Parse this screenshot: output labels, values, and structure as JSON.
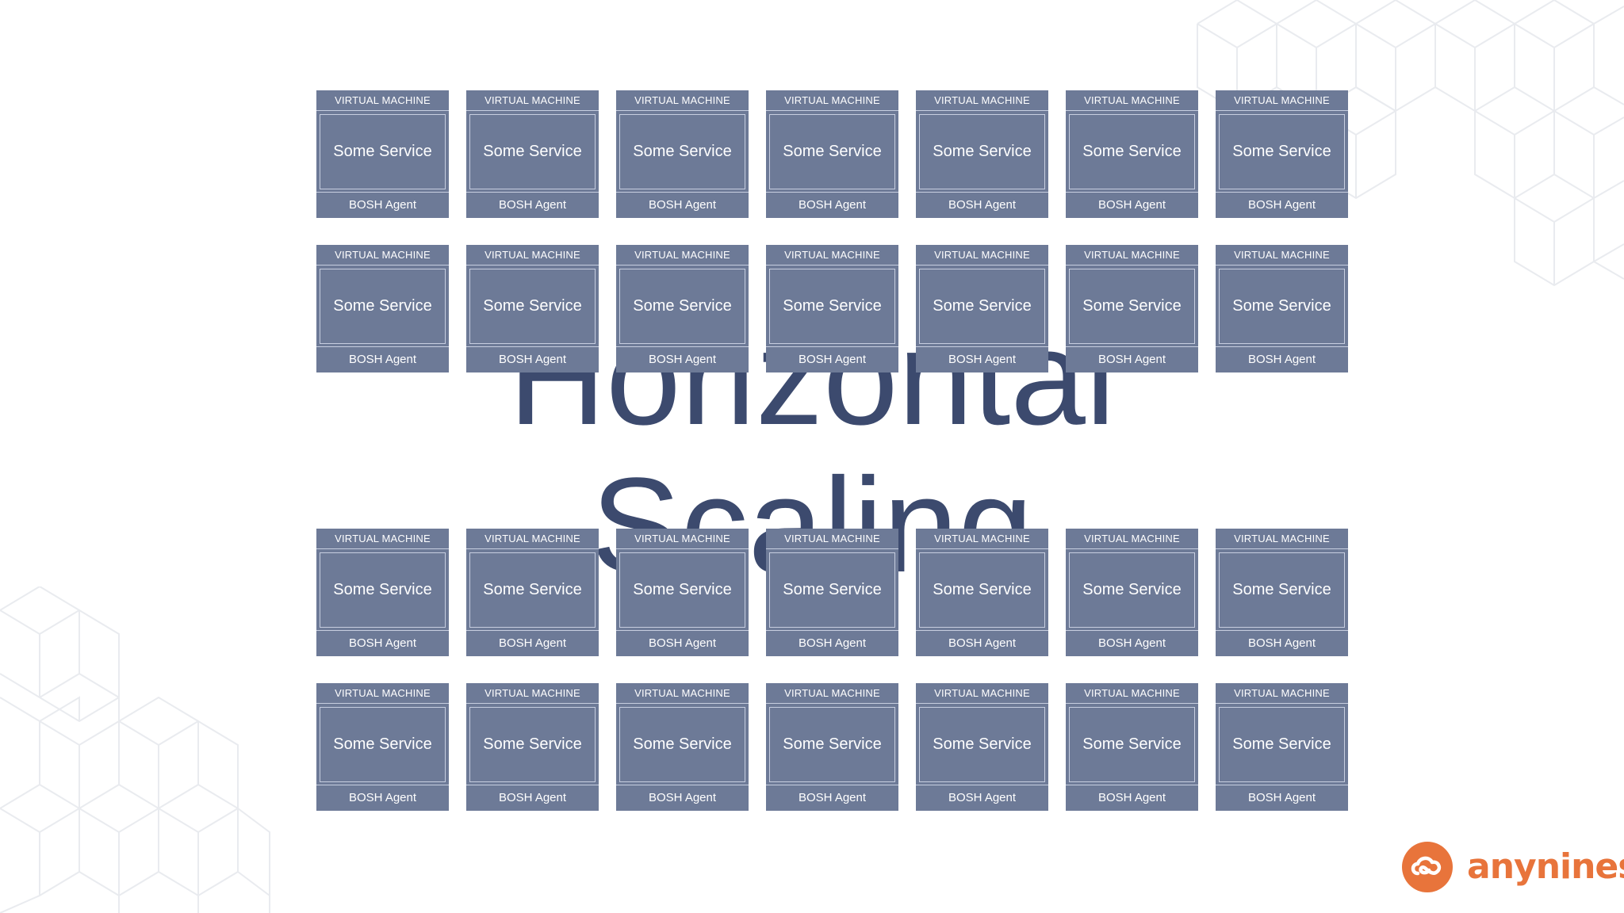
{
  "slide": {
    "title_line_1": "Horizontal",
    "title_line_2": "Scaling"
  },
  "vm_labels": {
    "header": "VIRTUAL MACHINE",
    "service": "Some Service",
    "agent": "BOSH Agent"
  },
  "grid": {
    "rows": 4,
    "columns": 7
  },
  "brand": {
    "name": "anynines",
    "logo_icon": "cloud-loop-icon",
    "accent_color": "#e8743b"
  },
  "colors": {
    "vm_fill": "#6d7a97",
    "vm_border": "#c7cee0",
    "title": "#3c4a6e",
    "pattern": "#e9ebef"
  }
}
